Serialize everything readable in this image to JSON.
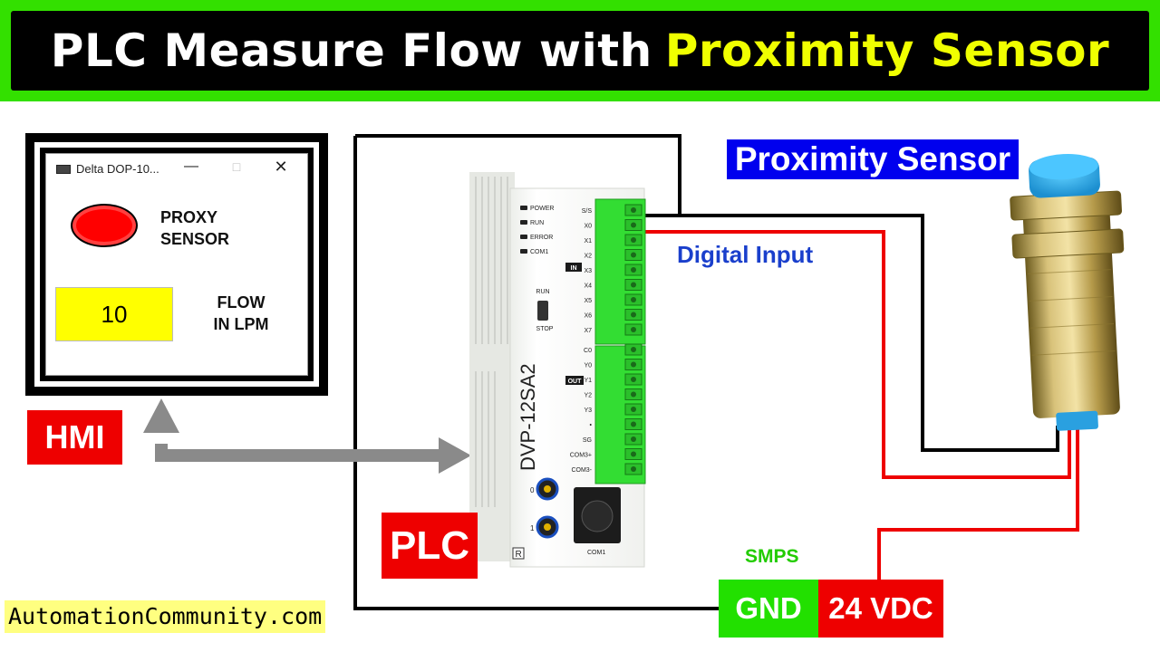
{
  "title": {
    "part1": "PLC Measure Flow with",
    "part2": "Proximity Sensor"
  },
  "colors": {
    "banner_green": "#33e000",
    "title_yellow": "#f0ff00",
    "wire_red": "#ee0000",
    "wire_black": "#000000",
    "terminal_green": "#33dd33"
  },
  "hmi": {
    "window_title": "Delta DOP-10...",
    "controls": {
      "minimize": "—",
      "maximize": "□",
      "close": "✕"
    },
    "lamp_label_line1": "PROXY",
    "lamp_label_line2": "SENSOR",
    "flow_value": "10",
    "flow_label_line1": "FLOW",
    "flow_label_line2": "IN LPM"
  },
  "labels": {
    "hmi": "HMI",
    "plc": "PLC",
    "proximity_sensor": "Proximity Sensor",
    "digital_input": "Digital Input",
    "smps": "SMPS",
    "gnd": "GND",
    "vdc": "24 VDC",
    "website": "AutomationCommunity.com"
  },
  "plc_device": {
    "model": "DVP-12SA2",
    "leds": [
      "POWER",
      "RUN",
      "ERROR",
      "COM1"
    ],
    "switch_top": "RUN",
    "switch_bottom": "STOP",
    "in_badge": "IN",
    "out_badge": "OUT",
    "input_terminals": [
      "S/S",
      "X0",
      "X1",
      "X2",
      "X3",
      "X4",
      "X5",
      "X6",
      "X7"
    ],
    "output_terminals": [
      "C0",
      "Y0",
      "Y1",
      "Y2",
      "Y3",
      "•",
      "SG",
      "COM3+",
      "COM3-"
    ],
    "pot_labels": [
      "0",
      "1"
    ],
    "port_label": "COM1",
    "logo": "R"
  }
}
